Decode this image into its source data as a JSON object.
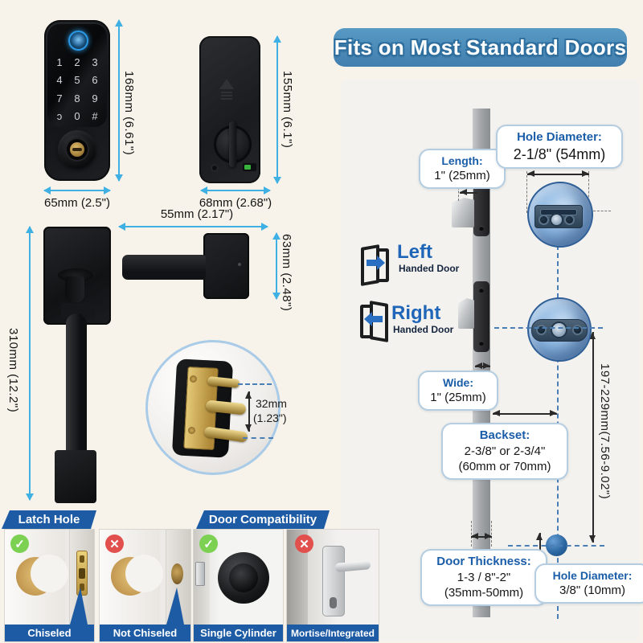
{
  "banner": {
    "title": "Fits on Most Standard Doors"
  },
  "front_lock": {
    "keypad": [
      "1",
      "2",
      "3",
      "4",
      "5",
      "6",
      "7",
      "8",
      "9",
      "ↄ",
      "0",
      "#"
    ],
    "height_label": "168mm (6.61\")",
    "width_label": "65mm (2.5\")"
  },
  "rear_lock": {
    "height_label": "155mm (6.1\")",
    "width_label": "68mm (2.68\")"
  },
  "handleset": {
    "height_label": "310mm (12.2\")"
  },
  "lever": {
    "width_label": "55mm (2.17\")",
    "height_label": "63mm (2.48\")"
  },
  "latch_inset": {
    "value": "32mm",
    "value2": "(1.23\")"
  },
  "door_diagram": {
    "length": {
      "title": "Length:",
      "value": "1\" (25mm)"
    },
    "hole_top": {
      "title": "Hole Diameter:",
      "value": "2-1/8\" (54mm)"
    },
    "left_door": {
      "word": "Left",
      "sub": "Handed Door"
    },
    "right_door": {
      "word": "Right",
      "sub": "Handed Door"
    },
    "wide": {
      "title": "Wide:",
      "value": "1\" (25mm)"
    },
    "backset": {
      "title": "Backset:",
      "line1": "2-3/8\" or 2-3/4\"",
      "line2": "(60mm or 70mm)"
    },
    "vertical_span": "197-229mm(7.56-9.02\")",
    "door_thickness": {
      "title": "Door Thickness:",
      "line1": "1-3 / 8\"-2\"",
      "line2": "(35mm-50mm)"
    },
    "hole_bottom": {
      "title": "Hole Diameter:",
      "value": "3/8\" (10mm)"
    }
  },
  "latch_hole": {
    "header": "Latch Hole",
    "ok_label": "Chiseled",
    "bad_label": "Not Chiseled"
  },
  "door_compatibility": {
    "header": "Door Compatibility",
    "ok_label": "Single Cylinder",
    "bad_label": "Mortise/Integrated"
  },
  "badges": {
    "check": "✓",
    "cross": "✕"
  },
  "colors": {
    "accent_blue": "#1d5ba4",
    "banner_blue": "#4a8cb8",
    "dim_arrow_cyan": "#3fb0e4",
    "label_title_blue": "#1a5da8",
    "ok_green": "#7cd153",
    "bad_red": "#e2504d"
  }
}
